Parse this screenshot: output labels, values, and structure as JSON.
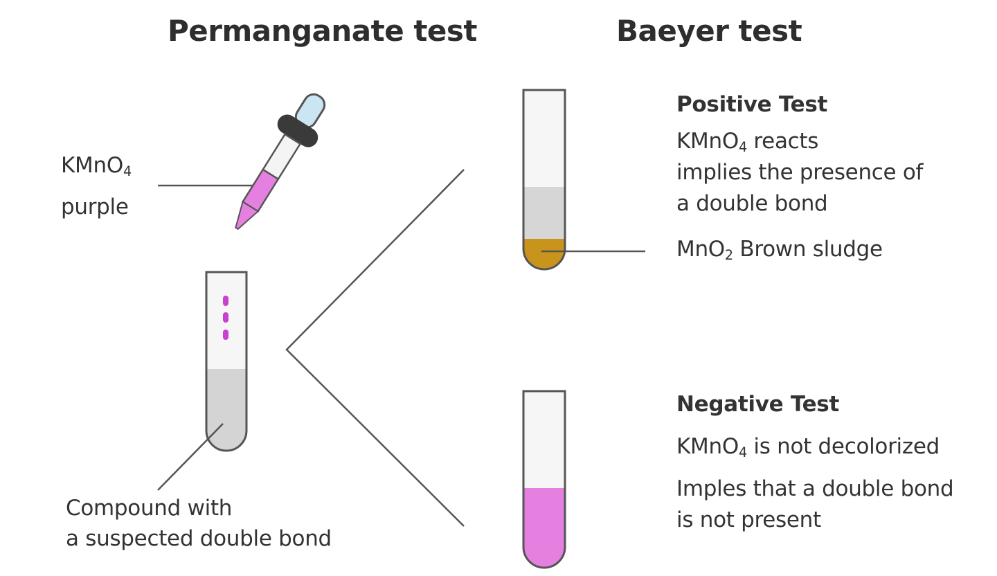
{
  "left_title": "Permanganate test",
  "right_title": "Baeyer test",
  "reagent": {
    "formula_main": "KMnO",
    "formula_sub": "4",
    "color_label": "purple"
  },
  "compound": {
    "line1": "Compound with",
    "line2": "a suspected double bond"
  },
  "positive": {
    "title": "Positive Test",
    "reacts_formula": "KMnO",
    "reacts_sub": "4",
    "reacts_text": " reacts",
    "line2": "implies the presence of",
    "line3": "a double bond",
    "sludge_formula": "MnO",
    "sludge_sub": "2",
    "sludge_text": " Brown sludge"
  },
  "negative": {
    "title": "Negative Test",
    "formula": "KMnO",
    "formula_sub": "4",
    "text": " is not decolorized",
    "line2": "Imples that a double bond",
    "line3": "is not present"
  },
  "colors": {
    "purple_liquid": "#e57fe0",
    "brown_sludge": "#c8941b",
    "grey_liquid": "#d4d4d4",
    "dropper_bulb": "#c9e6f2",
    "dropper_band": "#3a3a3a",
    "drops": "#c93fd0"
  }
}
